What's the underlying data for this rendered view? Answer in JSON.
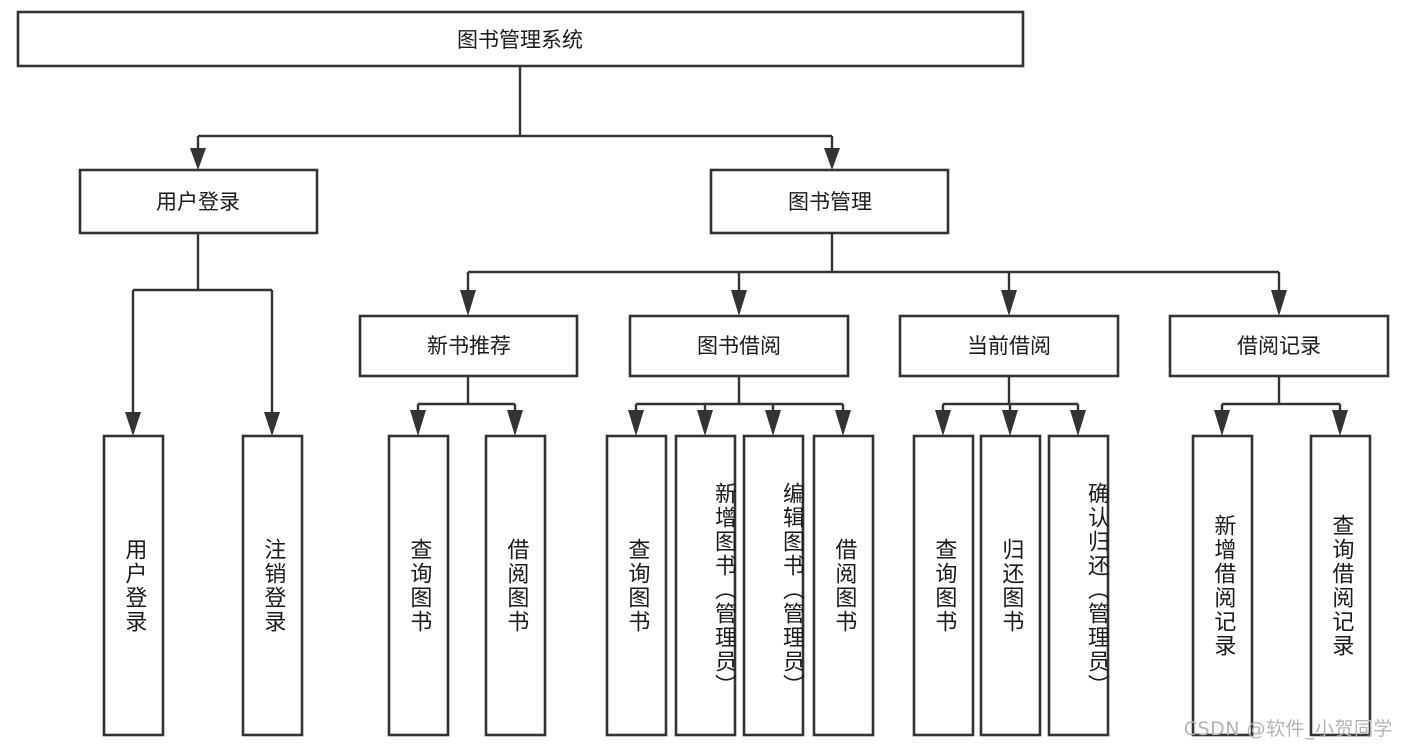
{
  "diagram": {
    "type": "tree",
    "title": "图书管理系统",
    "orientation": "top-down",
    "colors": {
      "box_stroke": "#333333",
      "box_fill": "#ffffff",
      "text": "#1a1a1a",
      "background": "#ffffff",
      "watermark": "#b4b4b4"
    },
    "root": {
      "label": "图书管理系统"
    },
    "level2": [
      {
        "label": "用户登录"
      },
      {
        "label": "图书管理"
      }
    ],
    "level3": [
      {
        "label": "新书推荐"
      },
      {
        "label": "图书借阅"
      },
      {
        "label": "当前借阅"
      },
      {
        "label": "借阅记录"
      }
    ],
    "leaves": {
      "user_login": [
        {
          "label": "用户登录"
        },
        {
          "label": "注销登录"
        }
      ],
      "new_book_recommend": [
        {
          "label": "查询图书"
        },
        {
          "label": "借阅图书"
        }
      ],
      "book_borrow": [
        {
          "label": "查询图书"
        },
        {
          "label": "新增图书（管理员）"
        },
        {
          "label": "编辑图书（管理员）"
        },
        {
          "label": "借阅图书"
        }
      ],
      "current_borrow": [
        {
          "label": "查询图书"
        },
        {
          "label": "归还图书"
        },
        {
          "label": "确认归还（管理员）"
        }
      ],
      "borrow_record": [
        {
          "label": "新增借阅记录"
        },
        {
          "label": "查询借阅记录"
        }
      ]
    }
  },
  "watermark": {
    "text": "CSDN @软件_小贺同学"
  }
}
